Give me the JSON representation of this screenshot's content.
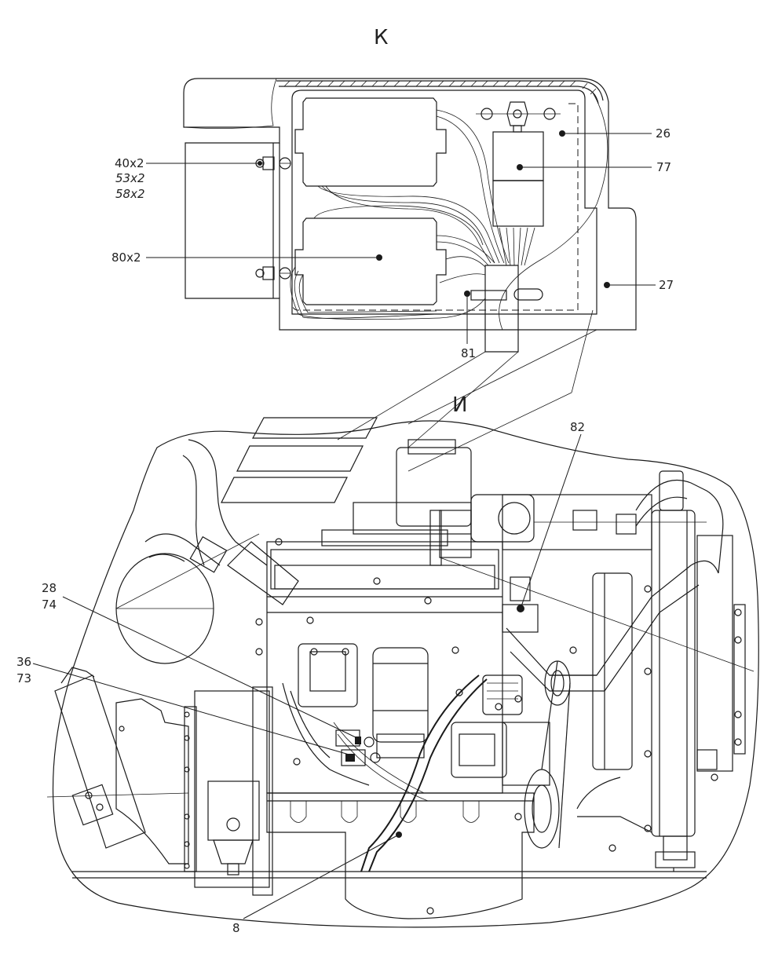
{
  "views": {
    "top": "К",
    "bottom": "И"
  },
  "callouts": {
    "c26": "26",
    "c77": "77",
    "c27": "27",
    "c40": "40x2",
    "c53": "53x2",
    "c58": "58x2",
    "c80": "80x2",
    "c81": "81",
    "c82": "82",
    "c28": "28",
    "c74": "74",
    "c36": "36",
    "c73": "73",
    "c8": "8"
  }
}
